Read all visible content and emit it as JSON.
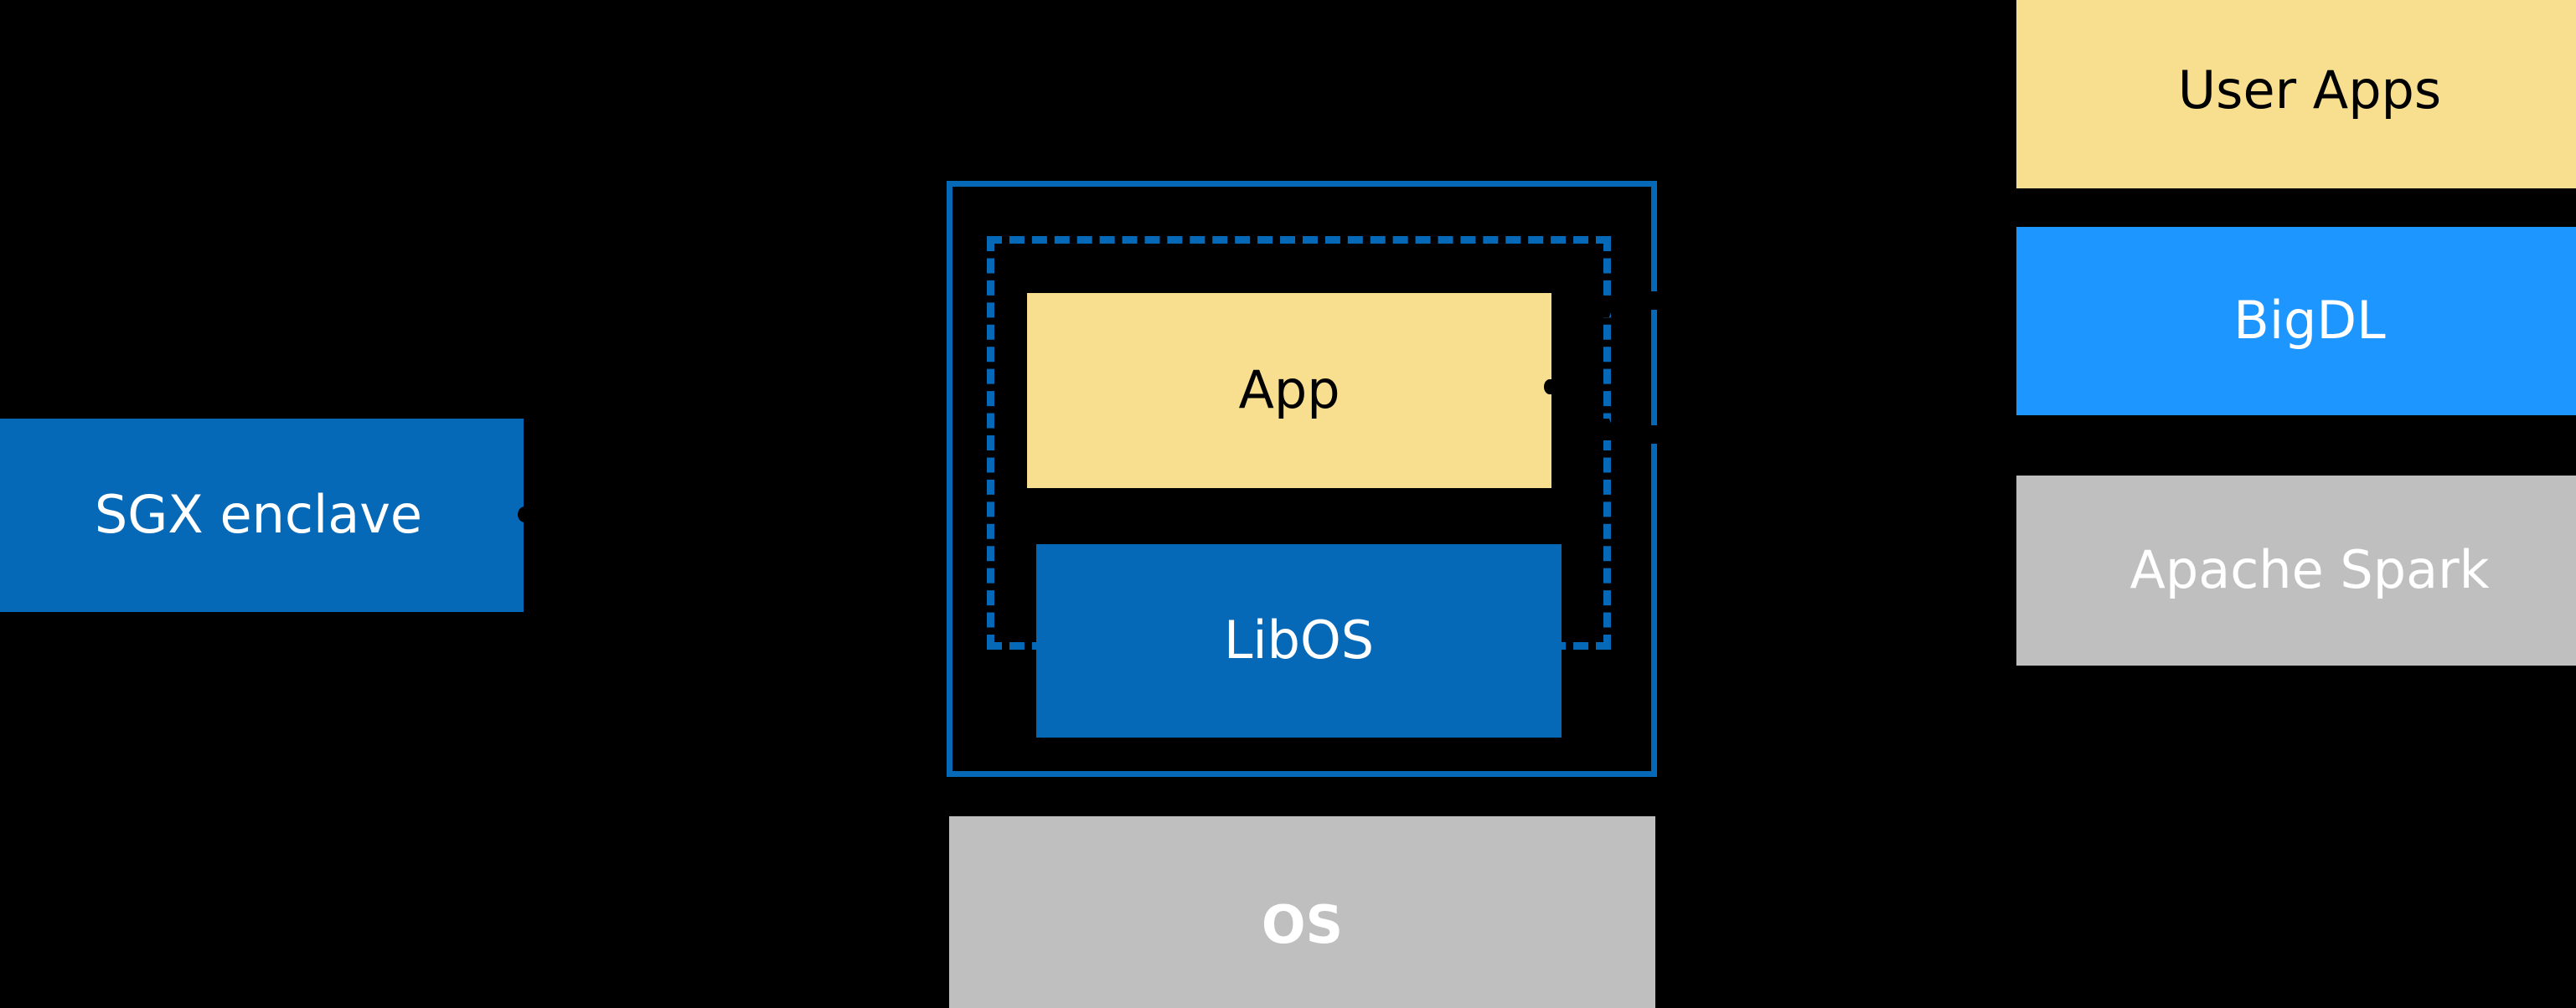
{
  "diagram": {
    "background_color": "#000000",
    "palette": {
      "yellow": "#F8DE8F",
      "dark_blue": "#0569B8",
      "bright_blue": "#1E96FF",
      "gray": "#BFBFBF",
      "white": "#FFFFFF",
      "black": "#000000"
    },
    "left_column": {
      "sgx_enclave": {
        "label": "SGX enclave",
        "fill": "#0569B8",
        "text_color": "#FFFFFF"
      }
    },
    "center_column": {
      "enclave_frame": {
        "solid_border_color": "#0569B8",
        "dashed_border_color": "#0569B8"
      },
      "app": {
        "label": "App",
        "fill": "#F8DE8F",
        "text_color": "#000000"
      },
      "libos": {
        "label": "LibOS",
        "fill": "#0569B8",
        "text_color": "#FFFFFF"
      },
      "os": {
        "label": "OS",
        "fill": "#BFBFBF",
        "text_color": "#FFFFFF"
      }
    },
    "right_column": {
      "stack": [
        {
          "label": "User Apps",
          "fill": "#F8DE8F",
          "text_color": "#000000"
        },
        {
          "label": "BigDL",
          "fill": "#1E96FF",
          "text_color": "#FFFFFF"
        },
        {
          "label": "Apache Spark",
          "fill": "#BFBFBF",
          "text_color": "#FFFFFF"
        }
      ]
    }
  }
}
